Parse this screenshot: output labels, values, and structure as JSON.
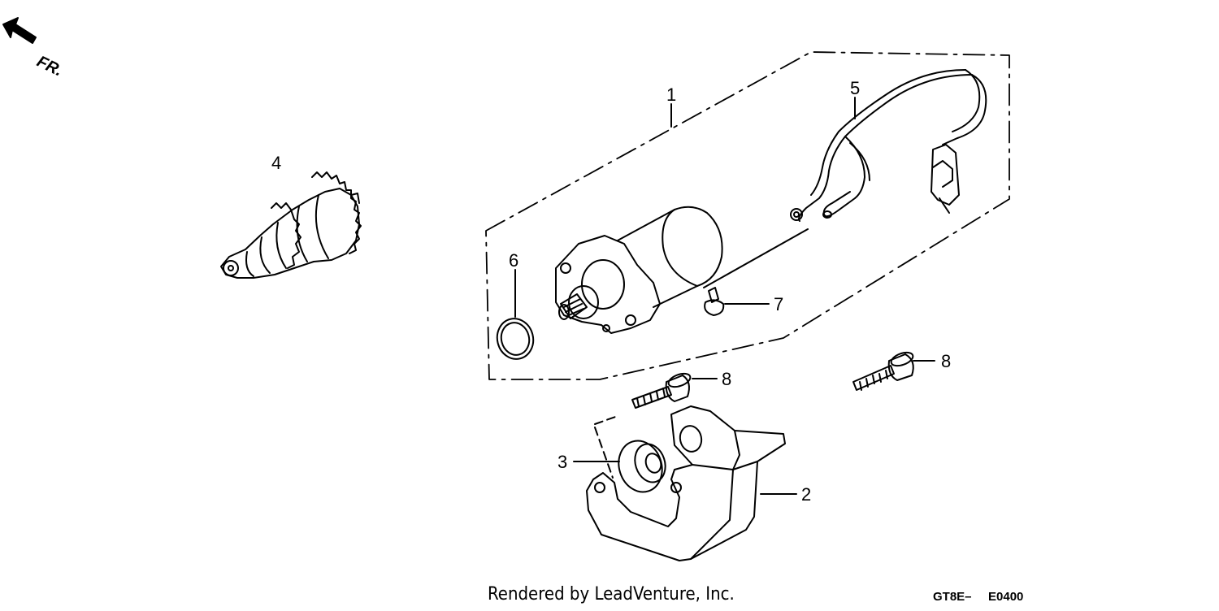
{
  "orientation": {
    "label": "FR."
  },
  "callouts": {
    "c1": "1",
    "c2": "2",
    "c3": "3",
    "c4": "4",
    "c5": "5",
    "c6": "6",
    "c7": "7",
    "c8a": "8",
    "c8b": "8"
  },
  "footer": {
    "credit": "Rendered by LeadVenture, Inc.",
    "code_prefix": "GT8E–",
    "code_suffix": "E0400"
  }
}
